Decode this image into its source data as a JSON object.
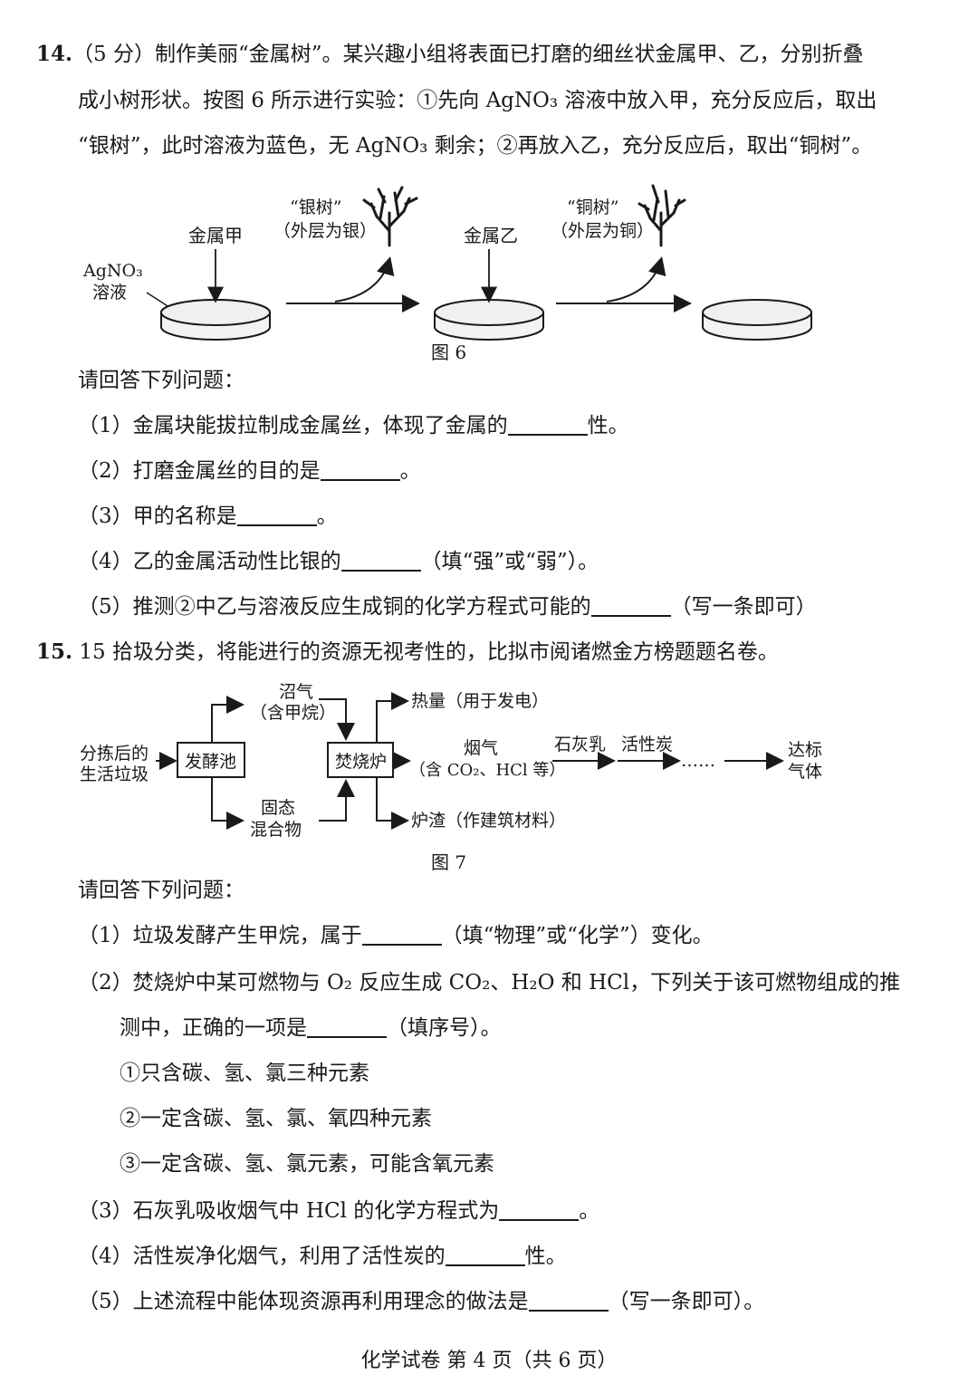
{
  "q14": {
    "number": "14.",
    "line1": "（5 分）制作美丽“金属树”。某兴趣小组将表面已打磨的细丝状金属甲、乙，分别折叠",
    "line2": "成小树形状。按图 6 所示进行实验：①先向 AgNO₃ 溶液中放入甲，充分反应后，取出",
    "line3": "“银树”，此时溶液为蓝色，无 AgNO₃ 剩余；②再放入乙，充分反应后，取出“铜树”。",
    "figure": {
      "solution_label_1": "AgNO₃",
      "solution_label_2": "溶液",
      "metal_a": "金属甲",
      "metal_b": "金属乙",
      "silver_tree_1": "“银树”",
      "silver_tree_2": "（外层为银）",
      "copper_tree_1": "“铜树”",
      "copper_tree_2": "（外层为铜）",
      "caption": "图 6"
    },
    "prompt": "请回答下列问题：",
    "sub1_a": "（1）金属块能拔拉制成金属丝，体现了金属的",
    "sub1_b": "性。",
    "sub2_a": "（2）打磨金属丝的目的是",
    "sub2_b": "。",
    "sub3_a": "（3）甲的名称是",
    "sub3_b": "。",
    "sub4_a": "（4）乙的金属活动性比银的",
    "sub4_b": "（填“强”或“弱”）。",
    "sub5_a": "（5）推测②中乙与溶液反应生成铜的化学方程式可能的",
    "sub5_b": "（写一条即可）"
  },
  "q15": {
    "number": "15.",
    "line1": "15 拾圾分类，将能进行的资源无视考性的，比拟市阅诸燃金方榜题题名卷。",
    "figure": {
      "input_1": "分拣后的",
      "input_2": "生活垃圾",
      "box_ferment": "发酵池",
      "box_incinerator": "焚烧炉",
      "biogas_1": "沼气",
      "biogas_2": "（含甲烷）",
      "solid_1": "固态",
      "solid_2": "混合物",
      "heat": "热量（用于发电）",
      "fluegas_1": "烟气",
      "fluegas_2": "（含 CO₂、HCl 等）",
      "step_lime": "石灰乳",
      "step_carbon": "活性炭",
      "dots": "……",
      "output_1": "达标",
      "output_2": "气体",
      "slag": "炉渣（作建筑材料）",
      "caption": "图 7"
    },
    "prompt": "请回答下列问题：",
    "sub1_a": "（1）垃圾发酵产生甲烷，属于",
    "sub1_b": "（填“物理”或“化学”）变化。",
    "sub2_line1": "（2）焚烧炉中某可燃物与 O₂ 反应生成 CO₂、H₂O 和 HCl，下列关于该可燃物组成的推",
    "sub2_line2_a": "测中，正确的一项是",
    "sub2_line2_b": "（填序号）。",
    "opt1": "①只含碳、氢、氯三种元素",
    "opt2": "②一定含碳、氢、氯、氧四种元素",
    "opt3": "③一定含碳、氢、氯元素，可能含氧元素",
    "sub3_a": "（3）石灰乳吸收烟气中 HCl 的化学方程式为",
    "sub3_b": "。",
    "sub4_a": "（4）活性炭净化烟气，利用了活性炭的",
    "sub4_b": "性。",
    "sub5_a": "（5）上述流程中能体现资源再利用理念的做法是",
    "sub5_b": "（写一条即可）。"
  },
  "footer": "化学试卷  第 4 页（共 6 页）"
}
